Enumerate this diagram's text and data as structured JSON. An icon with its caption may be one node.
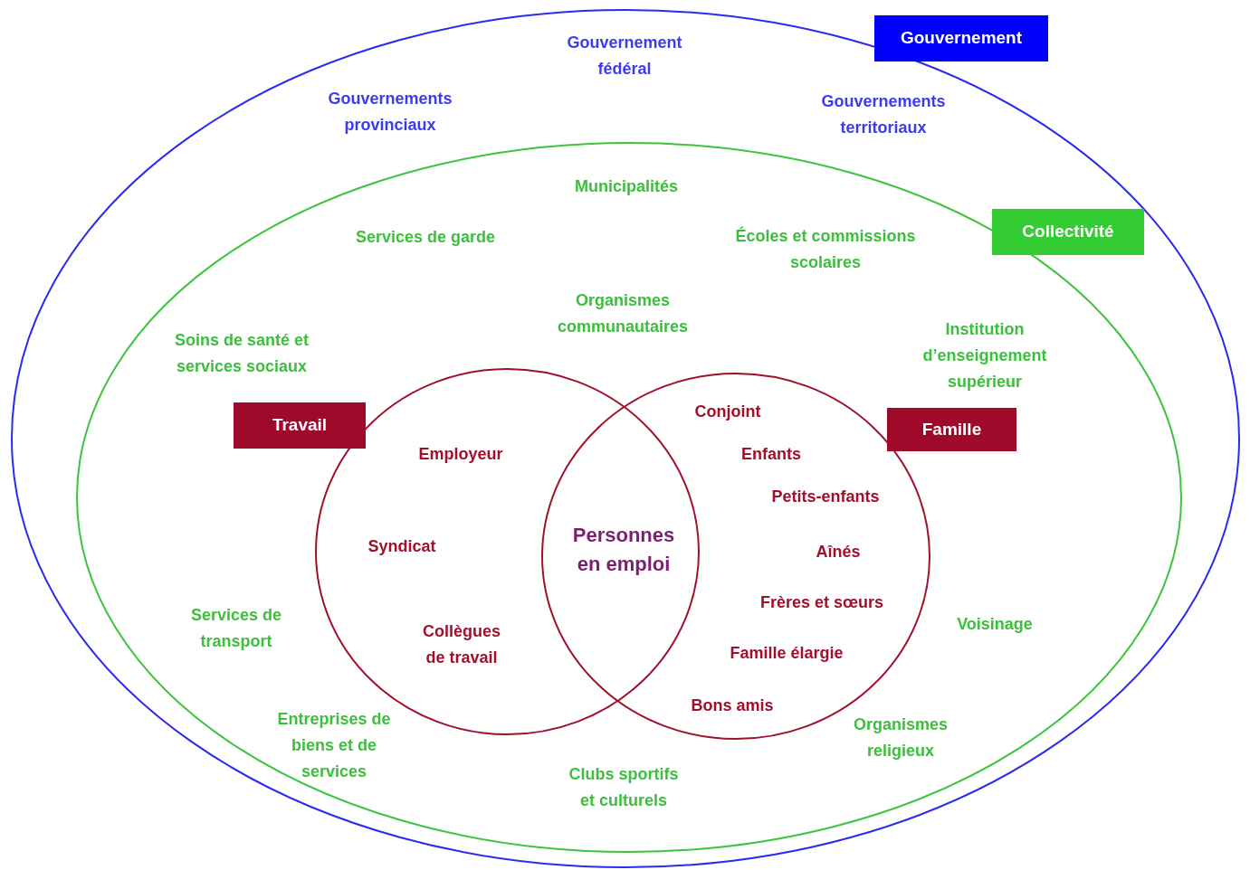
{
  "diagram": {
    "nodes": [
      {
        "text": [
          "Gouvernement"
        ]
      },
      {
        "text": [
          "Collectivité"
        ],
        "in": 0
      },
      {
        "text": [
          "Travail"
        ],
        "in": 1
      },
      {
        "text": [
          "Famille"
        ],
        "in": 1
      }
    ],
    "labels": [
      "Gouvernement fédéral",
      "Gouvernements provinciaux",
      "Gouvernements territoriaux",
      "Municipalités",
      "Services de garde",
      "Écoles et commissions scolaires",
      "Organismes communautaires",
      "Soins de santé et services sociaux",
      "Institution d’enseignement supérieur",
      "Employeur",
      "Conjoint",
      "Enfants",
      "Petits-enfants",
      "Syndicat",
      "Personnes en emploi",
      "Aînés",
      "Services de transport",
      "Frères et sœurs",
      "Voisinage",
      "Collègues de travail",
      "Famille élargie",
      "Bons amis",
      "Entreprises de biens et de services",
      "Organismes religieux",
      "Clubs sportifs et culturels"
    ]
  }
}
